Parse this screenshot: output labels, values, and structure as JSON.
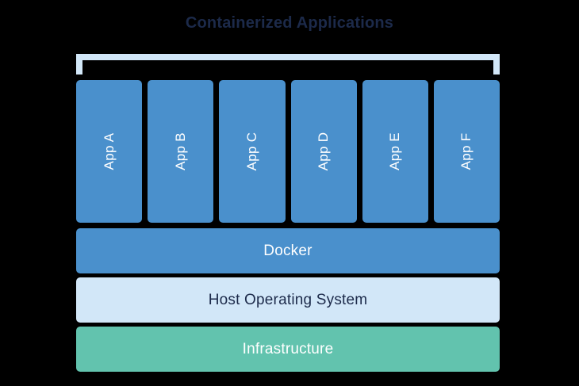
{
  "diagram": {
    "title": "Containerized Applications",
    "background_color": "#000000",
    "title_color": "#1c2a4a",
    "type": "layered-stack-architecture",
    "bracket": {
      "name": "containerized-applications-bracket",
      "color": "#d2e7f8",
      "spans_label": "Containerized Applications"
    },
    "app_layer": {
      "color": "#4a90cc",
      "text_color": "#ffffff",
      "orientation": "vertical",
      "apps": [
        {
          "label": "App A"
        },
        {
          "label": "App B"
        },
        {
          "label": "App C"
        },
        {
          "label": "App D"
        },
        {
          "label": "App E"
        },
        {
          "label": "App F"
        }
      ]
    },
    "layers": [
      {
        "label": "Docker",
        "color": "#4a90cc",
        "text_color": "#ffffff"
      },
      {
        "label": "Host Operating System",
        "color": "#d2e7f8",
        "text_color": "#1c2a4a"
      },
      {
        "label": "Infrastructure",
        "color": "#62c3ae",
        "text_color": "#ffffff"
      }
    ]
  }
}
